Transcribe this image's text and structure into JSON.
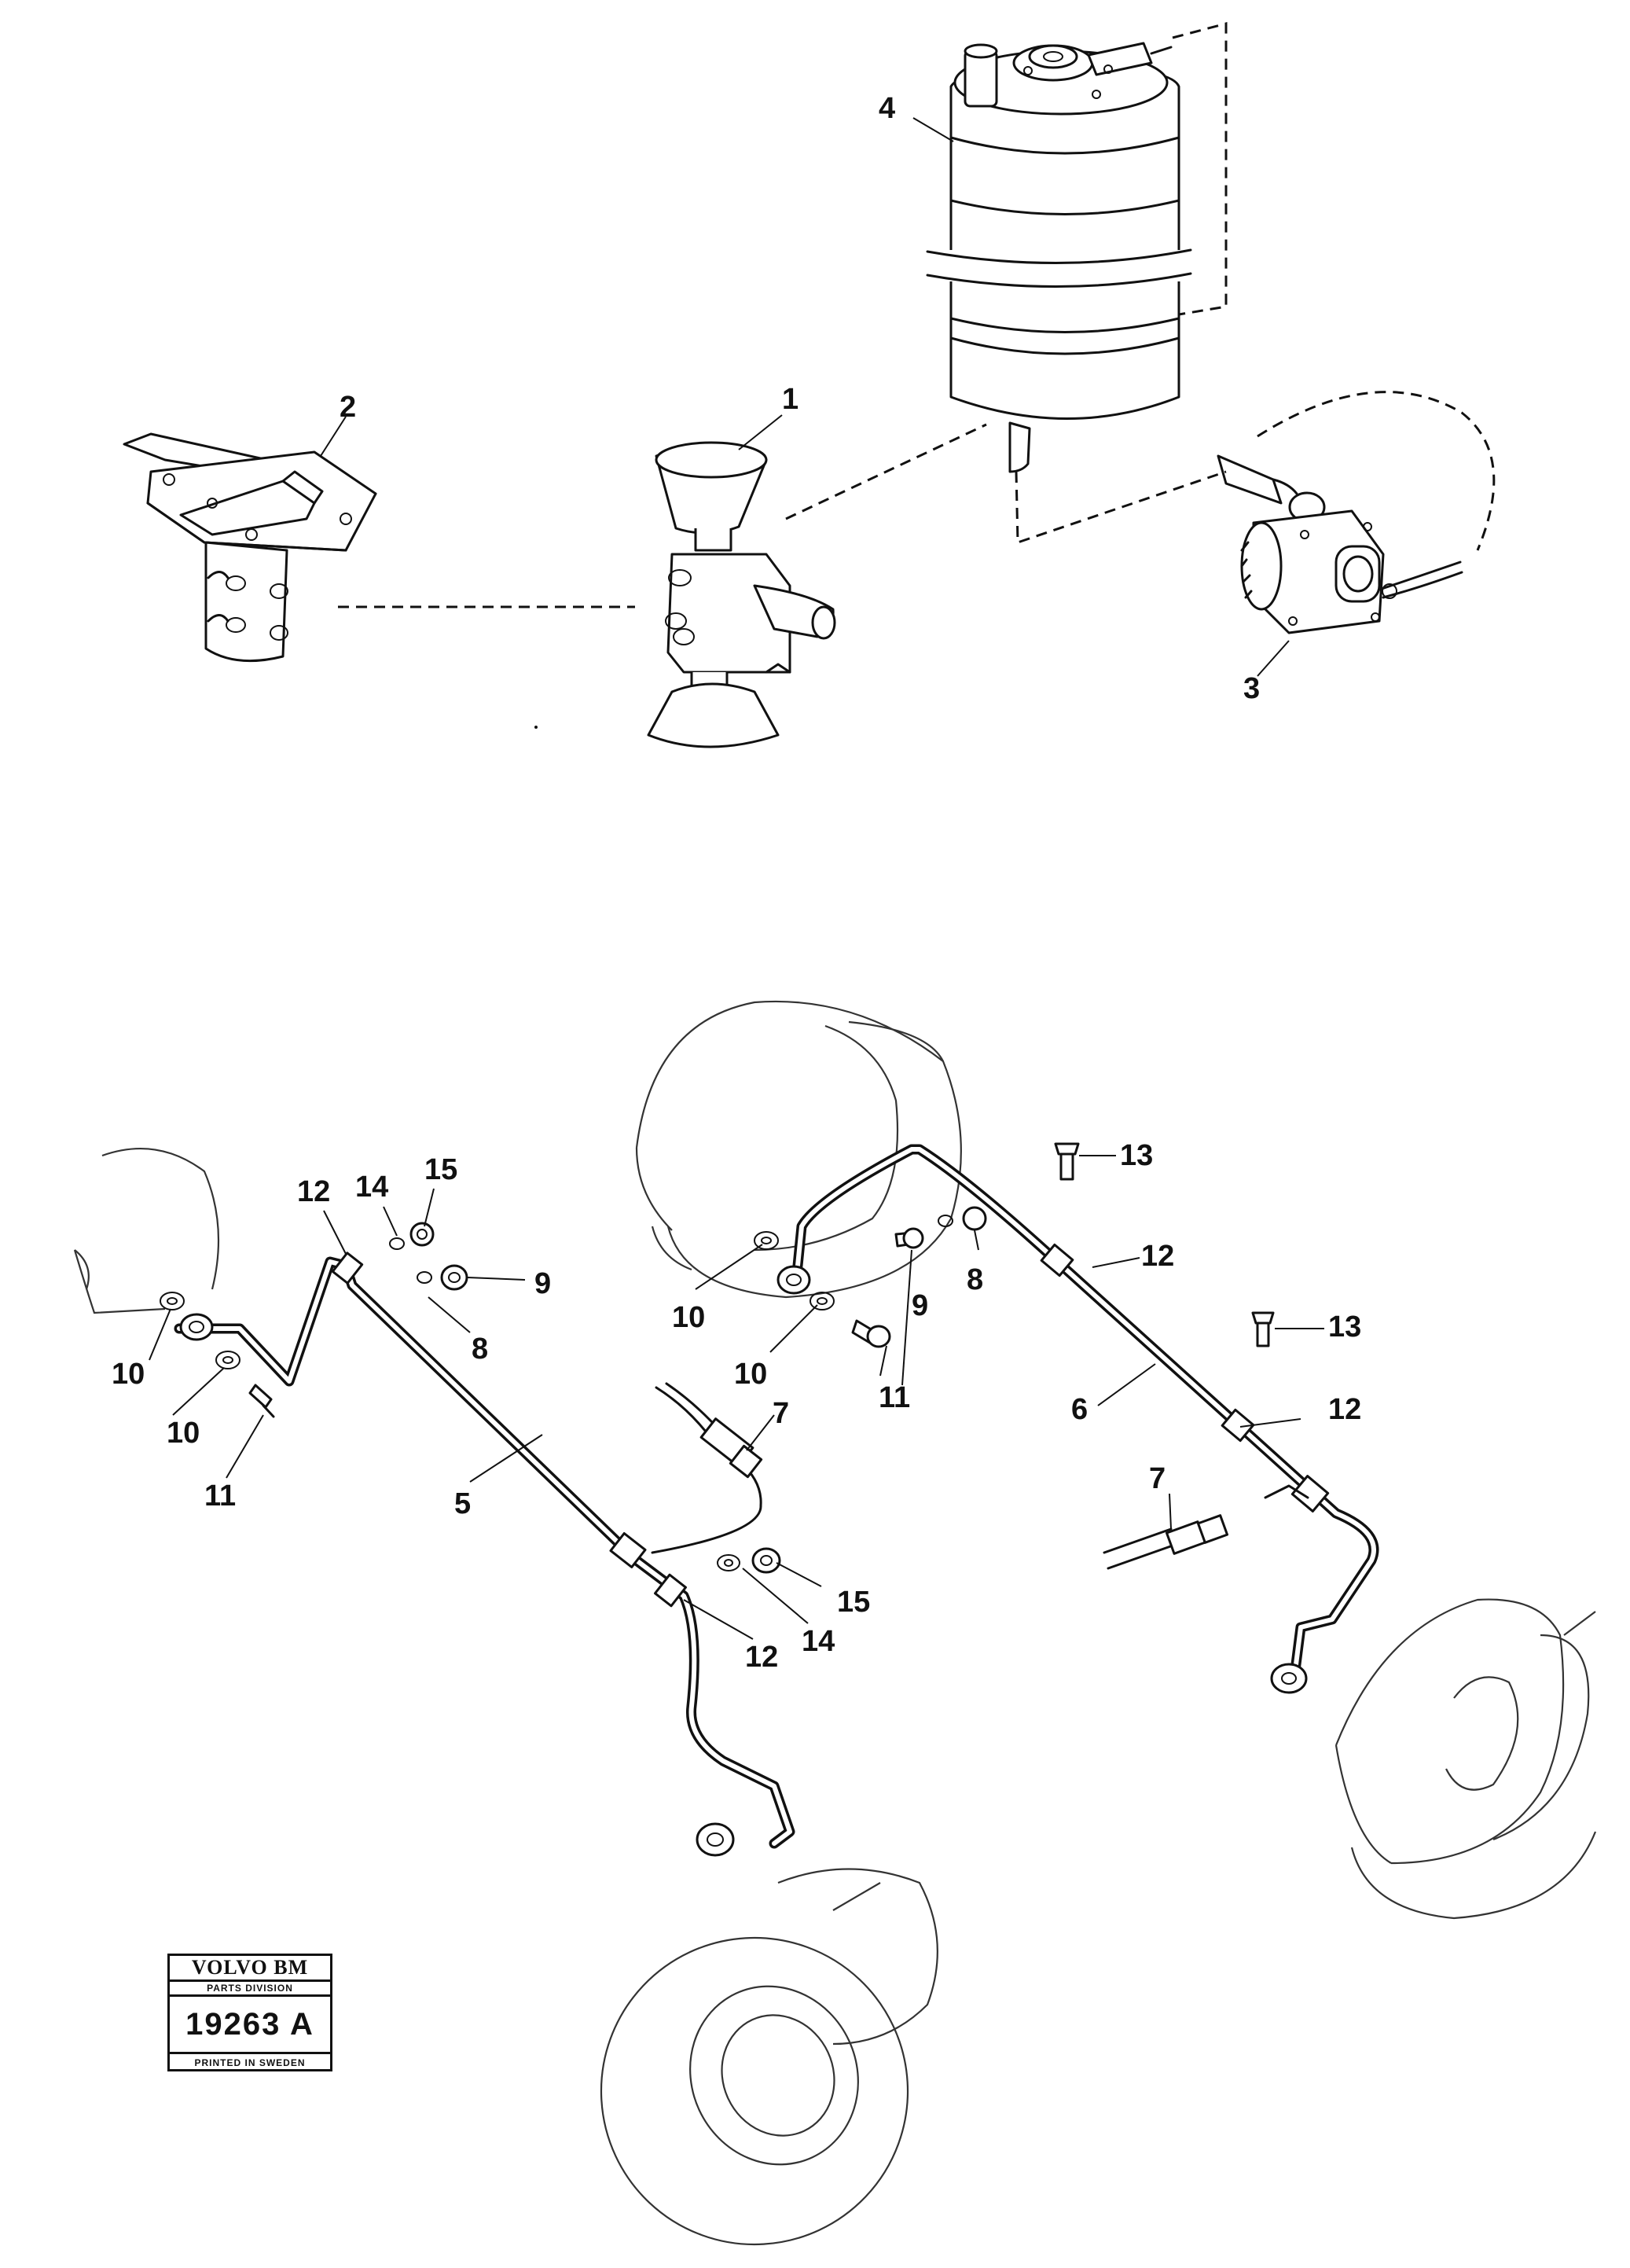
{
  "figure": {
    "callouts": [
      "1",
      "2",
      "3",
      "4",
      "5",
      "6",
      "7",
      "8",
      "9",
      "10",
      "11",
      "12",
      "13",
      "14",
      "15"
    ]
  },
  "stamp": {
    "brand": "VOLVO BM",
    "division": "PARTS DIVISION",
    "number": "19263 A",
    "printed": "PRINTED IN SWEDEN"
  }
}
